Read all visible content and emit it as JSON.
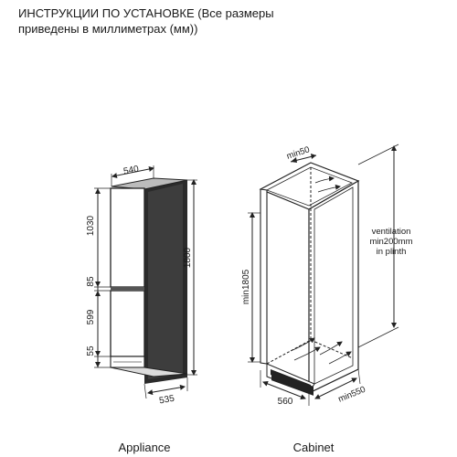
{
  "header": {
    "title_line1": "ИНСТРУКЦИИ ПО УСТАНОВКЕ (Все размеры",
    "title_line2": "приведены в миллиметрах (мм))"
  },
  "appliance": {
    "caption": "Appliance",
    "dim_width_top": "540",
    "dim_height_total": "1800",
    "dim_upper_door": "1030",
    "dim_gap": "85",
    "dim_lower_door": "599",
    "dim_bottom": "55",
    "dim_depth": "535"
  },
  "cabinet": {
    "caption": "Cabinet",
    "dim_top_gap": "min50",
    "dim_height": "min1805",
    "dim_width": "560",
    "dim_depth": "min550",
    "ventilation_line1": "ventilation",
    "ventilation_line2": "min200mm",
    "ventilation_line3": "in plinth"
  }
}
